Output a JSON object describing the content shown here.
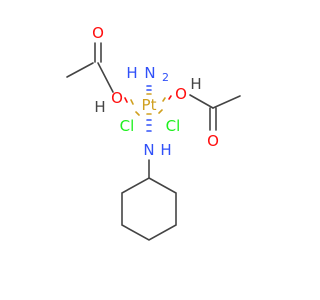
{
  "molecule": {
    "atoms": {
      "pt": "Pt",
      "nh2_top": {
        "n": "N",
        "h_left": "H",
        "sub": "2"
      },
      "nh_bottom": {
        "n": "N",
        "h": "H"
      },
      "cl_left": "Cl",
      "cl_right": "Cl",
      "o_left": "O",
      "h_left": "H",
      "o_carbonyl_left": "O",
      "o_right": "O",
      "h_right": "H",
      "o_carbonyl_right": "O"
    }
  },
  "colors": {
    "bond": "#444444",
    "oxygen": "#ff0d0d",
    "nitrogen": "#3050f8",
    "chlorine": "#1ff01f",
    "platinum": "#d0a020",
    "hydrogen": "#444444"
  }
}
